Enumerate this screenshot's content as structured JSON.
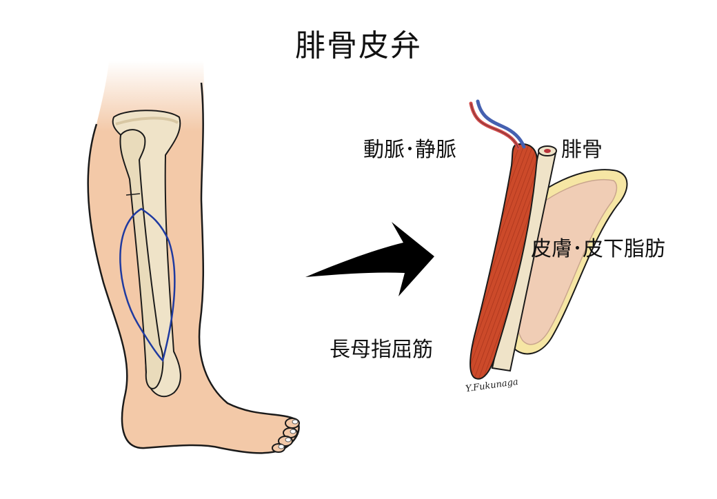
{
  "title": "腓骨皮弁",
  "labels": {
    "artery_vein": "動脈･静脈",
    "fibula": "腓骨",
    "skin_fat": "皮膚･皮下脂肪",
    "muscle": "長母指屈筋"
  },
  "signature": "Y.Fukunaga",
  "colors": {
    "skin": "#f3c9a8",
    "skin_shade": "#e8b18c",
    "bone": "#efe3c8",
    "bone_shade": "#d8c7a3",
    "outline": "#1a1a1a",
    "incision": "#1f3aa0",
    "muscle": "#cc4a2a",
    "muscle_dark": "#a9341b",
    "artery": "#d04a4a",
    "vein": "#4560b0",
    "fat": "#f6e6a4",
    "flap_skin": "#f0cdb5",
    "arrow": "#000000"
  }
}
